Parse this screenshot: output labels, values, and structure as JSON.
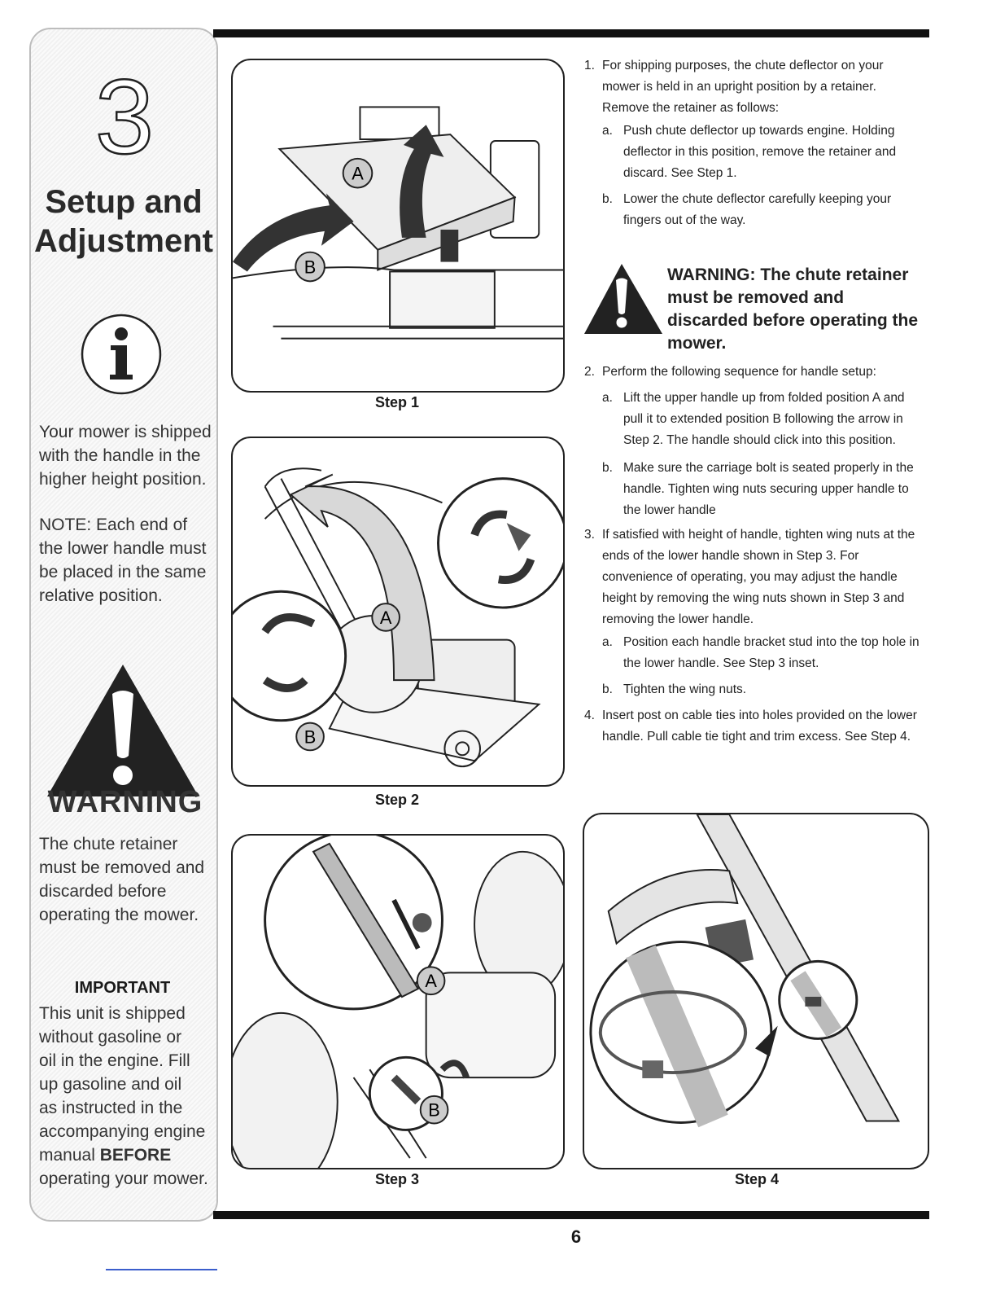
{
  "sidebar": {
    "chapter_number": "3",
    "title_line1": "Setup and",
    "title_line2": "Adjustment",
    "shipped_note": "Your mower is shipped\nwith the handle in the\nhigher height position.",
    "note": "NOTE: Each end of\nthe lower handle must\nbe placed in the same\nrelative position.",
    "warning_word": "WARNING",
    "warning_text": "The chute retainer\nmust be removed and\ndiscarded before\noperating the mower.",
    "important_heading": "IMPORTANT",
    "important_text_a": "This unit is shipped\nwithout gasoline or\noil in the engine. Fill\nup gasoline and oil\nas instructed in the\naccompanying engine\nmanual ",
    "important_bold": "BEFORE",
    "important_text_b": "operating your mower."
  },
  "figures": {
    "step1": "Step 1",
    "step2": "Step 2",
    "step3": "Step 3",
    "step4": "Step 4",
    "label_a": "A",
    "label_b": "B"
  },
  "instructions": {
    "item1_num": "1.",
    "item1": "For shipping purposes, the chute deflector on your mower is held in an upright position by a retainer. Remove the retainer as follows:",
    "item1a_num": "a.",
    "item1a": "Push  chute deflector up towards engine. Holding deflector in this position, remove the retainer and discard. See Step 1.",
    "item1b_num": "b.",
    "item1b": "Lower the chute deflector carefully keeping your fingers out of the way.",
    "warning": "WARNING: The chute retainer must be removed and discarded before operating the mower.",
    "item2_num": "2.",
    "item2": "Perform the following sequence for handle setup:",
    "item2a_num": "a.",
    "item2a": "Lift the upper handle up from folded position A and pull it to extended position B following the arrow in Step 2. The handle should click into this position.",
    "item2b_num": "b.",
    "item2b": "Make sure the carriage bolt is seated properly in the handle. Tighten wing nuts securing upper handle to the lower handle",
    "item3_num": "3.",
    "item3": "If satisfied with height of handle, tighten wing nuts at the ends of the lower handle shown in Step 3. For convenience of operating, you may adjust the handle height by removing the wing nuts shown in Step 3 and removing the lower handle.",
    "item3a_num": "a.",
    "item3a": "Position each handle bracket stud into the top hole in the lower handle. See Step 3 inset.",
    "item3b_num": "b.",
    "item3b": "Tighten the wing nuts.",
    "item4_num": "4.",
    "item4": "Insert post on cable ties into holes provided on the lower handle. Pull cable tie tight and trim excess. See Step 4."
  },
  "page_number": "6"
}
